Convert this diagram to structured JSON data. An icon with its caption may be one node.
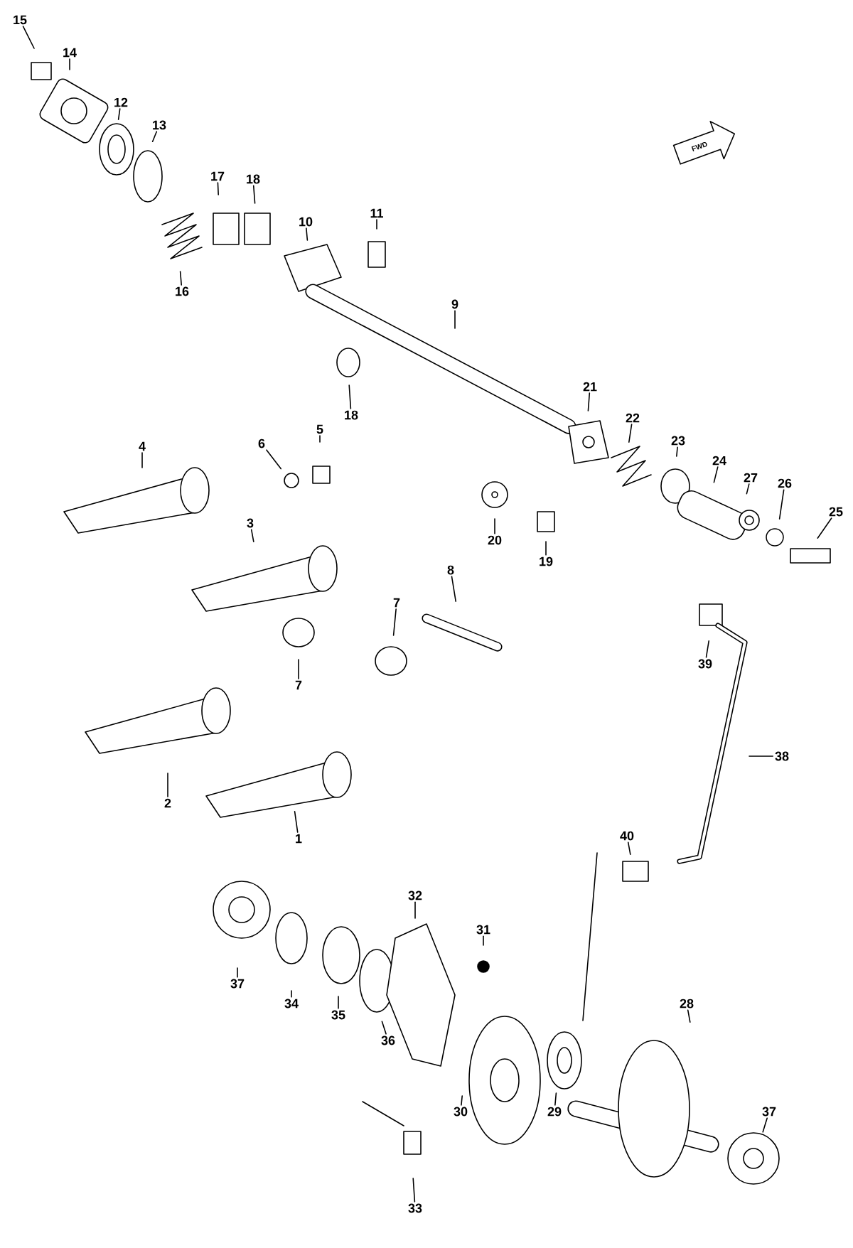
{
  "diagram": {
    "nodes": [
      {
        "text": [
          "15"
        ]
      },
      {
        "text": [
          "14"
        ]
      },
      {
        "text": [
          "12"
        ]
      },
      {
        "text": [
          "13"
        ]
      },
      {
        "text": [
          "17"
        ]
      },
      {
        "text": [
          "18"
        ]
      },
      {
        "text": [
          "10"
        ]
      },
      {
        "text": [
          "11"
        ]
      },
      {
        "text": [
          "16"
        ]
      },
      {
        "text": [
          "18"
        ]
      },
      {
        "text": [
          "9"
        ]
      },
      {
        "text": [
          "21"
        ]
      },
      {
        "text": [
          "22"
        ]
      },
      {
        "text": [
          "23"
        ]
      },
      {
        "text": [
          "24"
        ]
      },
      {
        "text": [
          "27"
        ]
      },
      {
        "text": [
          "26"
        ]
      },
      {
        "text": [
          "25"
        ]
      },
      {
        "text": [
          "4"
        ]
      },
      {
        "text": [
          "6"
        ]
      },
      {
        "text": [
          "5"
        ]
      },
      {
        "text": [
          "3"
        ]
      },
      {
        "text": [
          "20"
        ]
      },
      {
        "text": [
          "19"
        ]
      },
      {
        "text": [
          "8"
        ]
      },
      {
        "text": [
          "39"
        ]
      },
      {
        "text": [
          "7"
        ]
      },
      {
        "text": [
          "7"
        ]
      },
      {
        "text": [
          "38"
        ]
      },
      {
        "text": [
          "2"
        ]
      },
      {
        "text": [
          "1"
        ]
      },
      {
        "text": [
          "40"
        ]
      },
      {
        "text": [
          "32"
        ]
      },
      {
        "text": [
          "31"
        ]
      },
      {
        "text": [
          "37"
        ]
      },
      {
        "text": [
          "34"
        ]
      },
      {
        "text": [
          "35"
        ]
      },
      {
        "text": [
          "36"
        ]
      },
      {
        "text": [
          "30"
        ]
      },
      {
        "text": [
          "29"
        ]
      },
      {
        "text": [
          "28"
        ]
      },
      {
        "text": [
          "37"
        ]
      },
      {
        "text": [
          "33"
        ]
      }
    ],
    "edges": [
      {
        "from": 0,
        "to": null,
        "arrow": "none"
      },
      {
        "from": 1,
        "to": null,
        "arrow": "none"
      },
      {
        "from": 2,
        "to": null,
        "arrow": "none"
      },
      {
        "from": 3,
        "to": null,
        "arrow": "none"
      },
      {
        "from": 4,
        "to": null,
        "arrow": "none"
      },
      {
        "from": 5,
        "to": null,
        "arrow": "none"
      },
      {
        "from": 6,
        "to": null,
        "arrow": "none"
      },
      {
        "from": 7,
        "to": null,
        "arrow": "none"
      },
      {
        "from": 8,
        "to": null,
        "arrow": "none"
      },
      {
        "from": 9,
        "to": null,
        "arrow": "none"
      },
      {
        "from": 10,
        "to": null,
        "arrow": "none"
      },
      {
        "from": 11,
        "to": null,
        "arrow": "none"
      },
      {
        "from": 12,
        "to": null,
        "arrow": "none"
      },
      {
        "from": 13,
        "to": null,
        "arrow": "none"
      },
      {
        "from": 14,
        "to": null,
        "arrow": "none"
      },
      {
        "from": 15,
        "to": null,
        "arrow": "none"
      },
      {
        "from": 16,
        "to": null,
        "arrow": "none"
      },
      {
        "from": 17,
        "to": null,
        "arrow": "none"
      },
      {
        "from": 18,
        "to": null,
        "arrow": "none"
      },
      {
        "from": 19,
        "to": null,
        "arrow": "none"
      },
      {
        "from": 20,
        "to": null,
        "arrow": "none"
      },
      {
        "from": 21,
        "to": null,
        "arrow": "none"
      },
      {
        "from": 22,
        "to": null,
        "arrow": "none"
      },
      {
        "from": 23,
        "to": null,
        "arrow": "none"
      },
      {
        "from": 24,
        "to": null,
        "arrow": "none"
      },
      {
        "from": 25,
        "to": null,
        "arrow": "none"
      },
      {
        "from": 26,
        "to": null,
        "arrow": "none"
      },
      {
        "from": 27,
        "to": null,
        "arrow": "none"
      },
      {
        "from": 28,
        "to": null,
        "arrow": "none"
      },
      {
        "from": 29,
        "to": null,
        "arrow": "none"
      },
      {
        "from": 30,
        "to": null,
        "arrow": "none"
      },
      {
        "from": 31,
        "to": null,
        "arrow": "none"
      },
      {
        "from": 32,
        "to": null,
        "arrow": "none"
      },
      {
        "from": 33,
        "to": null,
        "arrow": "none"
      },
      {
        "from": 34,
        "to": null,
        "arrow": "none"
      },
      {
        "from": 35,
        "to": null,
        "arrow": "none"
      },
      {
        "from": 36,
        "to": null,
        "arrow": "none"
      },
      {
        "from": 37,
        "to": null,
        "arrow": "none"
      },
      {
        "from": 38,
        "to": null,
        "arrow": "none"
      },
      {
        "from": 39,
        "to": null,
        "arrow": "none"
      },
      {
        "from": 40,
        "to": null,
        "arrow": "none"
      },
      {
        "from": 41,
        "to": null,
        "arrow": "none"
      },
      {
        "from": 42,
        "to": null,
        "arrow": "none"
      }
    ],
    "labels": [
      "FWD"
    ]
  }
}
